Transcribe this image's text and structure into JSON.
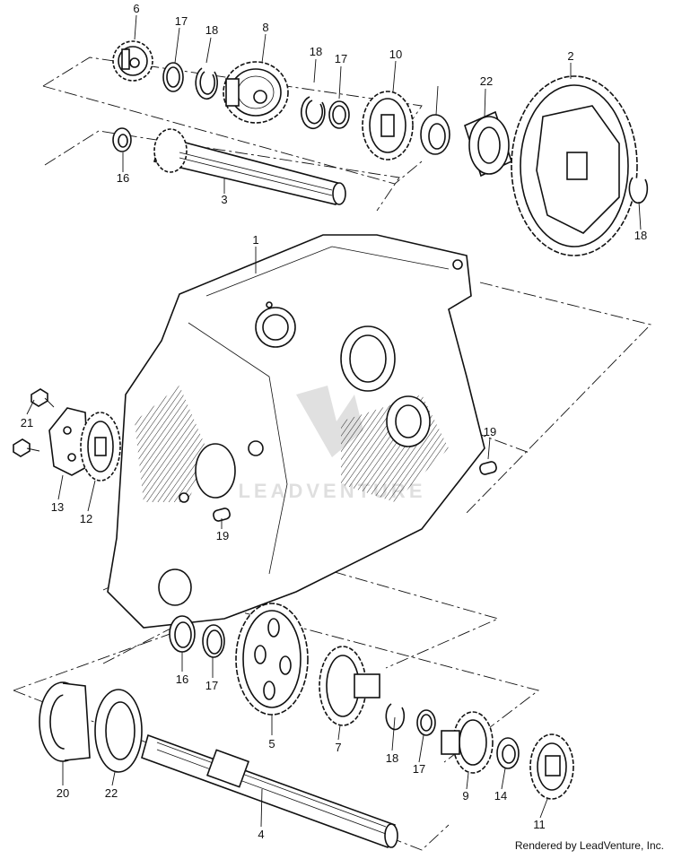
{
  "callouts": {
    "c1": "1",
    "c2": "2",
    "c3": "3",
    "c4": "4",
    "c5": "5",
    "c6": "6",
    "c7": "7",
    "c8": "8",
    "c9": "9",
    "c10": "10",
    "c11": "11",
    "c12": "12",
    "c13": "13",
    "c14": "14",
    "c16a": "16",
    "c16b": "16",
    "c17a": "17",
    "c17b": "17",
    "c17c": "17",
    "c17d": "17",
    "c18a": "18",
    "c18b": "18",
    "c18c": "18",
    "c18d": "18",
    "c19a": "19",
    "c19b": "19",
    "c20": "20",
    "c21": "21",
    "c22a": "22",
    "c22b": "22"
  },
  "credit": "Rendered by LeadVenture, Inc.",
  "watermark": "LEADVENTURE"
}
